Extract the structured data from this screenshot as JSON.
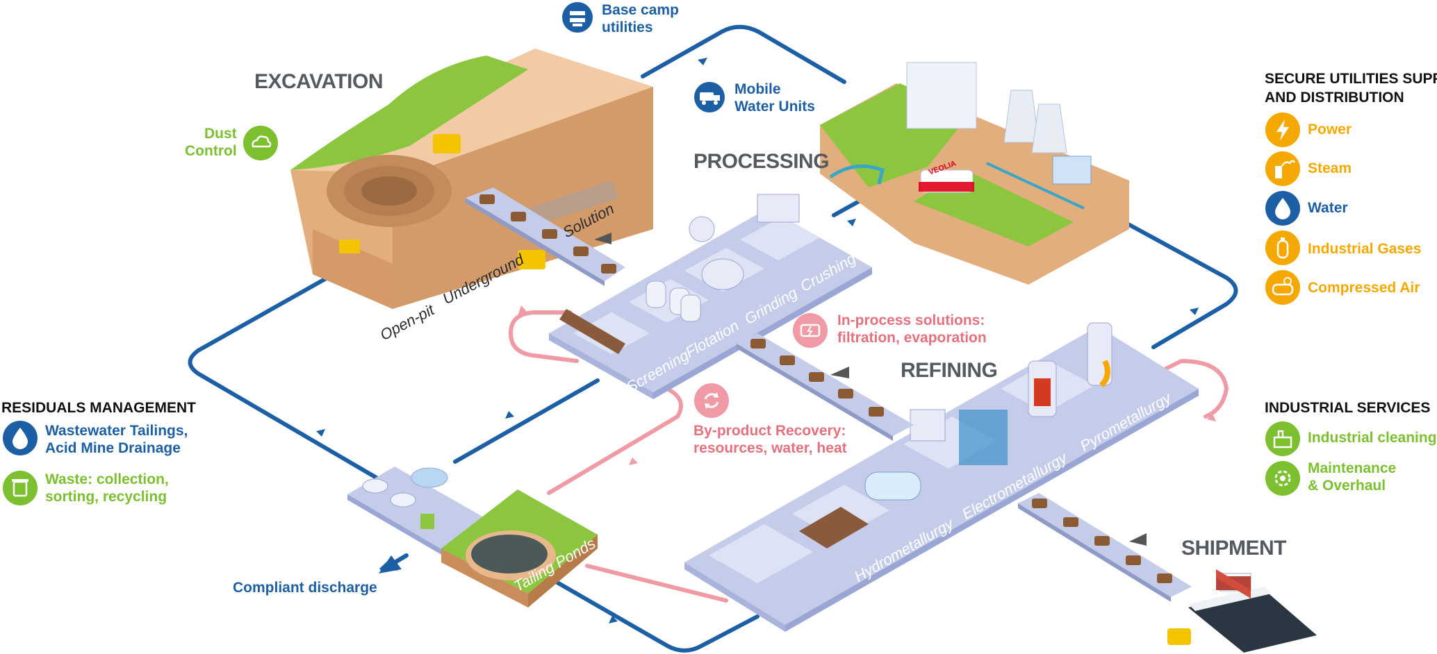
{
  "stages": {
    "excavation": "EXCAVATION",
    "processing": "PROCESSING",
    "refining": "REFINING",
    "shipment": "SHIPMENT"
  },
  "excavation_methods": {
    "open_pit": "Open-pit",
    "underground": "Underground",
    "solution": "Solution"
  },
  "processing_steps": {
    "screening": "Screening",
    "flotation": "Flotation",
    "grinding": "Grinding",
    "crushing": "Crushing"
  },
  "refining_steps": {
    "hydrometallurgy": "Hydrometallurgy",
    "electrometallurgy": "Electrometallurgy",
    "pyrometallurgy": "Pyrometallurgy"
  },
  "tailing_ponds": "Tailing Ponds",
  "truck_brand": "VEOLIA",
  "callouts": {
    "base_camp": {
      "line1": "Base camp",
      "line2": "utilities",
      "icon": "base-camp-icon"
    },
    "mobile_water": {
      "line1": "Mobile",
      "line2": "Water Units",
      "icon": "water-truck-icon"
    },
    "dust_control": {
      "line1": "Dust",
      "line2": "Control",
      "icon": "dust-cloud-icon"
    },
    "in_process": {
      "line1": "In-process solutions:",
      "line2": "filtration, evaporation",
      "icon": "filter-icon"
    },
    "byproduct": {
      "line1": "By-product Recovery:",
      "line2": "resources, water, heat",
      "icon": "recycle-icon"
    },
    "compliant_discharge": "Compliant discharge"
  },
  "secure_utilities": {
    "title1": "SECURE UTILITIES SUPPLY",
    "title2": "AND DISTRIBUTION",
    "items": [
      {
        "label": "Power",
        "icon": "lightning-icon"
      },
      {
        "label": "Steam",
        "icon": "steam-icon"
      },
      {
        "label": "Water",
        "icon": "water-drop-icon"
      },
      {
        "label": "Industrial Gases",
        "icon": "gas-cylinder-icon"
      },
      {
        "label": "Compressed Air",
        "icon": "compressor-icon"
      }
    ]
  },
  "residuals": {
    "title": "RESIDUALS MANAGEMENT",
    "items": [
      {
        "line1": "Wastewater Tailings,",
        "line2": "Acid Mine Drainage",
        "icon": "water-drop-icon"
      },
      {
        "line1": "Waste: collection,",
        "line2": "sorting, recycling",
        "icon": "recycle-bin-icon"
      }
    ]
  },
  "industrial_services": {
    "title": "INDUSTRIAL SERVICES",
    "items": [
      {
        "line1": "Industrial cleaning",
        "line2": "",
        "icon": "cleaning-icon"
      },
      {
        "line1": "Maintenance",
        "line2": "& Overhaul",
        "icon": "gear-wrench-icon"
      }
    ]
  },
  "colors": {
    "blue": "#1d5fa4",
    "green": "#7cbf2f",
    "pink": "#e6717e",
    "orange": "#f5a900",
    "platform": "#c4cce9",
    "soil": "#e2ae7e",
    "grass": "#8cc63f",
    "title_gray": "#555a61"
  }
}
